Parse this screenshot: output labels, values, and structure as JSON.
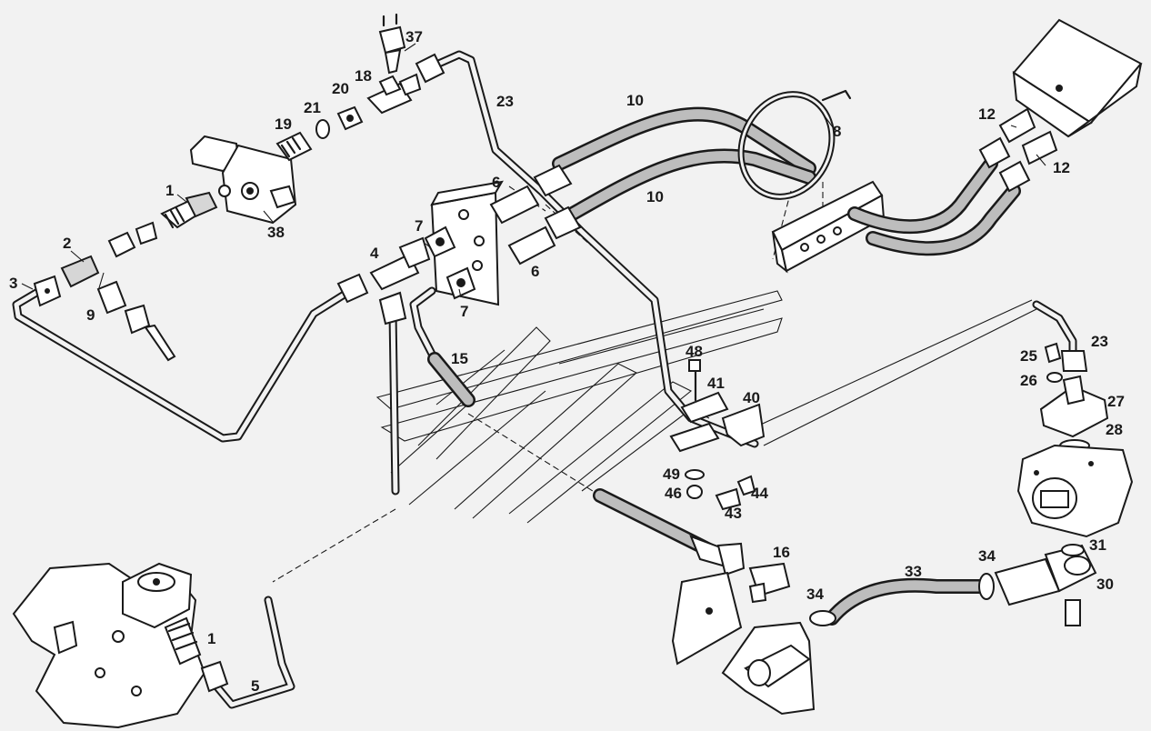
{
  "callouts": [
    "1",
    "2",
    "3",
    "4",
    "5",
    "6",
    "7",
    "8",
    "9",
    "10",
    "12",
    "15",
    "16",
    "18",
    "19",
    "20",
    "21",
    "23",
    "25",
    "26",
    "27",
    "28",
    "30",
    "31",
    "33",
    "34",
    "37",
    "38",
    "40",
    "41",
    "43",
    "44",
    "46",
    "48",
    "49"
  ]
}
